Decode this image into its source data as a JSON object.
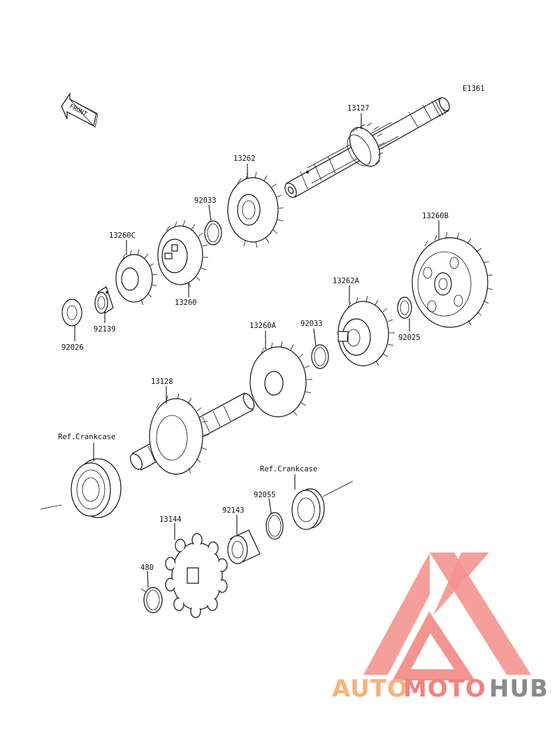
{
  "diagram": {
    "code": "E1361",
    "front_label": "FRONT",
    "labels": {
      "p13127": "13127",
      "p13262": "13262",
      "p92033a": "92033",
      "p13260c": "13260C",
      "p13260": "13260",
      "p92139": "92139",
      "p92026": "92026",
      "p13260b": "13260B",
      "p13262a": "13262A",
      "p92033b": "92033",
      "p92025": "92025",
      "p13260a": "13260A",
      "p13128": "13128",
      "ref1": "Ref.Crankcase",
      "ref2": "Ref.Crankcase",
      "p92055": "92055",
      "p92143": "92143",
      "p13144": "13144",
      "p480": "480"
    }
  },
  "watermark": {
    "auto": "AUTO",
    "moto": "MOTO",
    "hub": "HUB",
    "colors": {
      "auto": "#f7b27a",
      "moto": "#f2827d",
      "hub": "#8a8a8a",
      "triangle": "#f2827d"
    }
  }
}
